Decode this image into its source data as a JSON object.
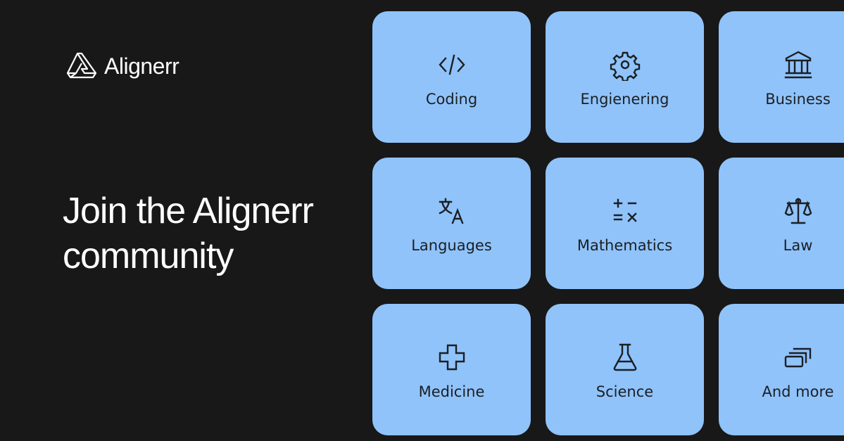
{
  "brand": {
    "name": "Alignerr"
  },
  "headline": {
    "line1": "Join the Alignerr",
    "line2": "community"
  },
  "colors": {
    "background": "#181818",
    "card": "#90c3fa",
    "text": "#1b1f24"
  },
  "categories": [
    {
      "label": "Coding",
      "icon": "code-icon"
    },
    {
      "label": "Engienering",
      "icon": "gear-icon"
    },
    {
      "label": "Business",
      "icon": "bank-icon"
    },
    {
      "label": "Languages",
      "icon": "translate-icon"
    },
    {
      "label": "Mathematics",
      "icon": "calculator-icon"
    },
    {
      "label": "Law",
      "icon": "scales-icon"
    },
    {
      "label": "Medicine",
      "icon": "medical-cross-icon"
    },
    {
      "label": "Science",
      "icon": "flask-icon"
    },
    {
      "label": "And more",
      "icon": "stack-icon"
    }
  ]
}
